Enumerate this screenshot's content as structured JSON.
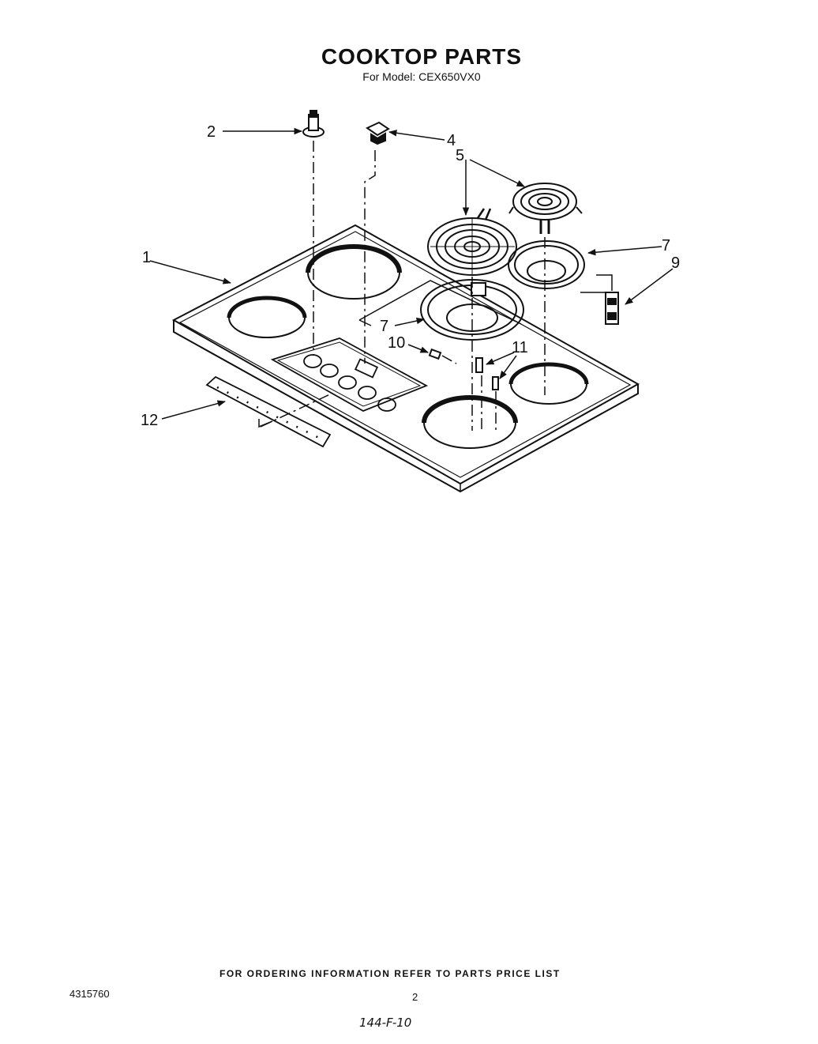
{
  "header": {
    "title": "COOKTOP PARTS",
    "subtitle": "For Model: CEX650VX0"
  },
  "callouts": {
    "c1": "1",
    "c2": "2",
    "c4": "4",
    "c5": "5",
    "c7a": "7",
    "c7b": "7",
    "c9": "9",
    "c10": "10",
    "c11": "11",
    "c12": "12"
  },
  "footer": {
    "ordering": "FOR ORDERING INFORMATION REFER TO PARTS PRICE LIST",
    "doc_number": "4315760",
    "page_number": "2",
    "handwritten": "144-F-10"
  }
}
